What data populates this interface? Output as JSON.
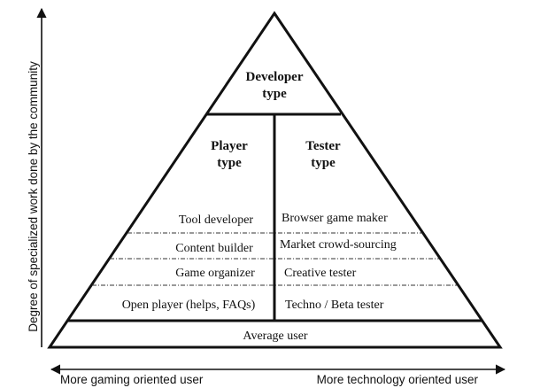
{
  "pyramid": {
    "top": {
      "line1": "Developer",
      "line2": "type"
    },
    "left_header": {
      "line1": "Player",
      "line2": "type"
    },
    "right_header": {
      "line1": "Tester",
      "line2": "type"
    },
    "left_rows": [
      "Tool developer",
      "Content builder",
      "Game organizer",
      "Open player (helps, FAQs)"
    ],
    "right_rows": [
      "Browser game maker",
      "Market crowd-sourcing",
      "Creative tester",
      "Techno / Beta tester"
    ],
    "base": "Average user"
  },
  "axes": {
    "vertical_label": "Degree of specialized work done by the community",
    "left_label": "More gaming oriented user",
    "right_label": "More technology oriented user"
  }
}
